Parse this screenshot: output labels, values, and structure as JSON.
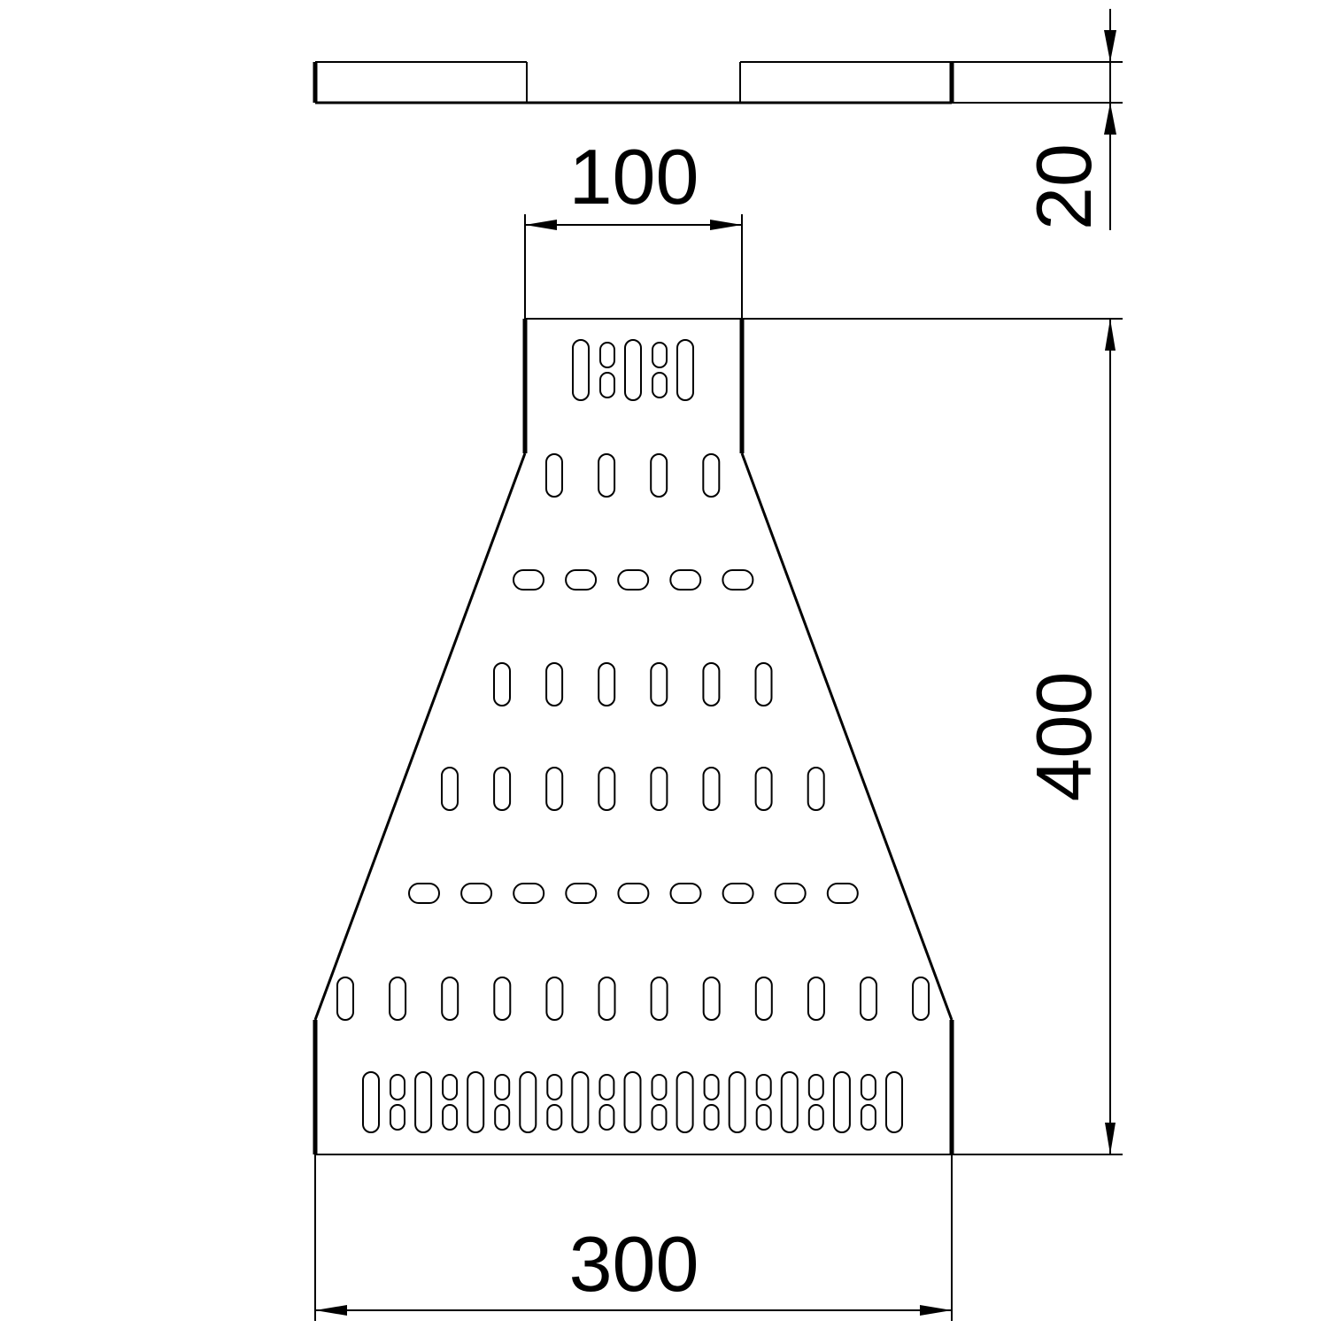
{
  "dimensions": {
    "top_width": "100",
    "bottom_width": "300",
    "height": "400",
    "thickness": "20"
  },
  "colors": {
    "line": "#000000",
    "background": "#ffffff"
  }
}
